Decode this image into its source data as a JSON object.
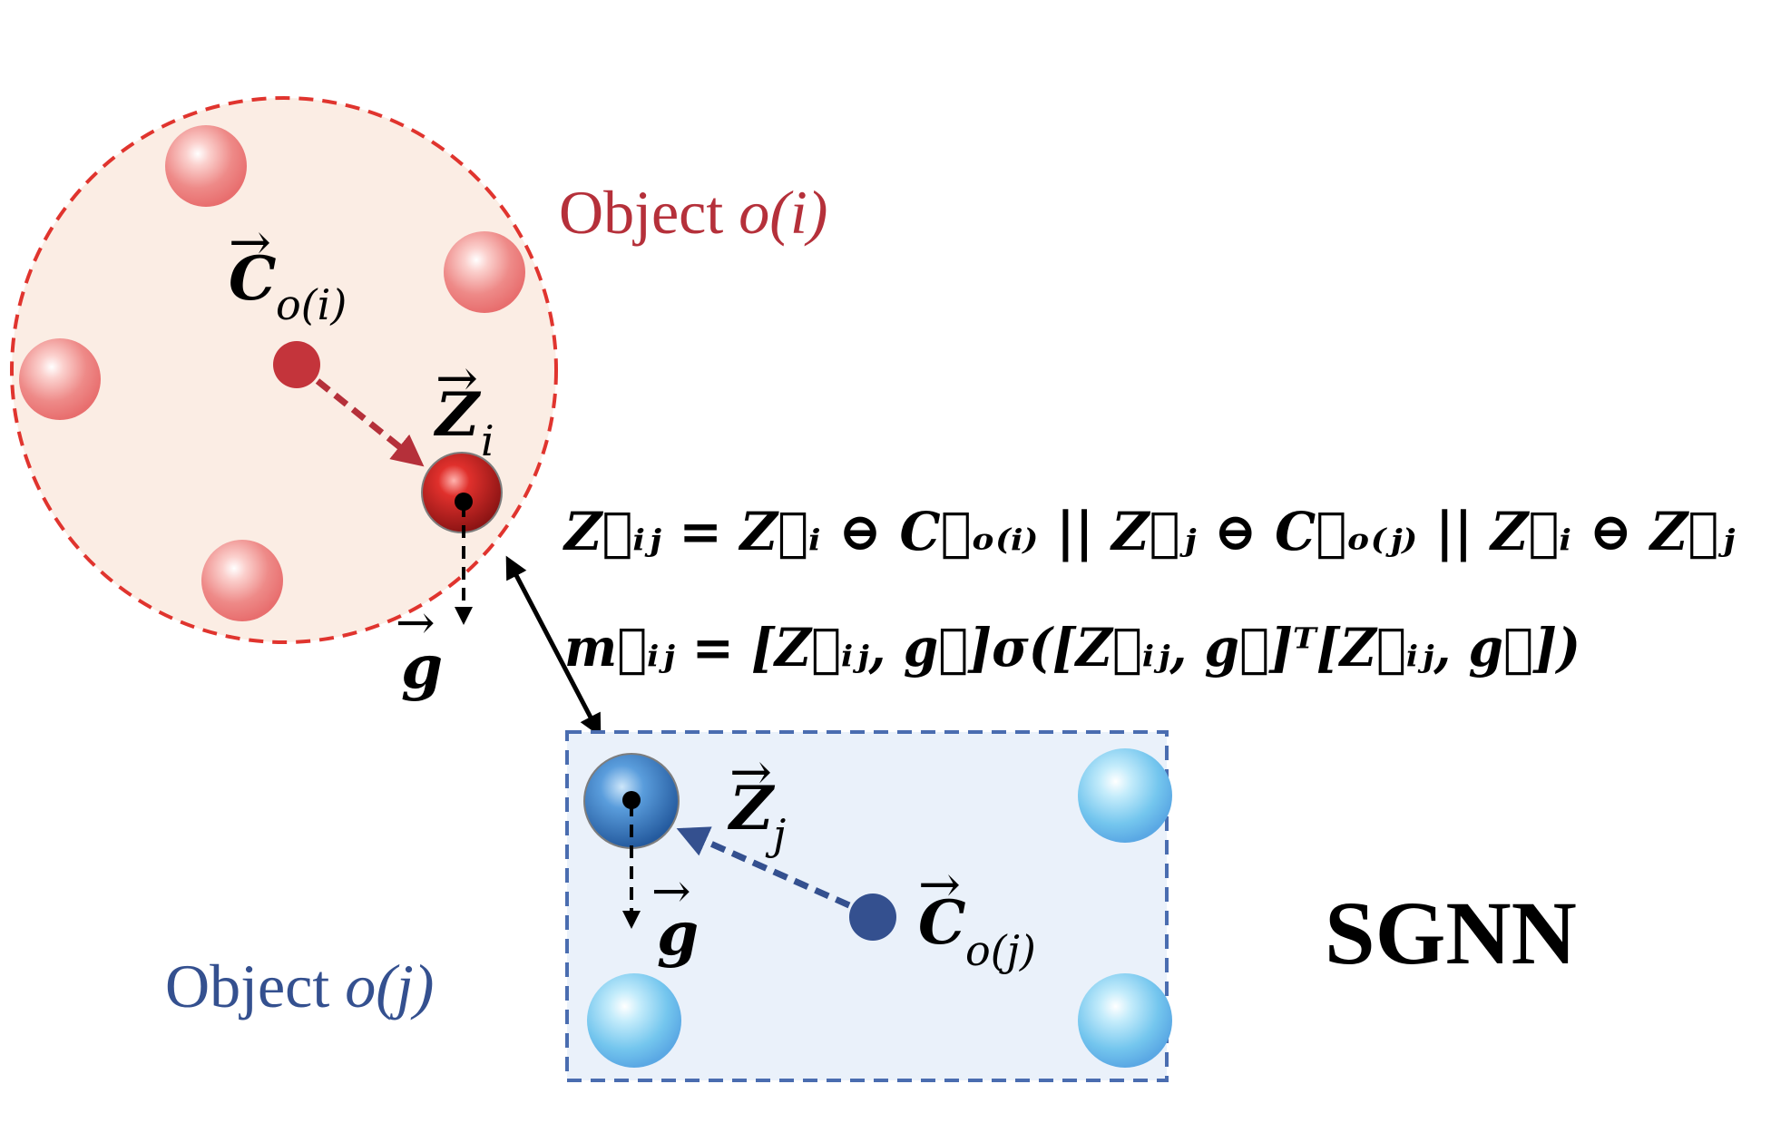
{
  "object_i": {
    "label": "Object o(i)",
    "label_word": "Object",
    "label_sym": "o(i)",
    "color": "#b5303a"
  },
  "object_j": {
    "label": "Object o(j)",
    "label_word": "Object",
    "label_sym": "o(j)",
    "color": "#34508f"
  },
  "symbols": {
    "c_oi": "C",
    "c_oi_sub": "o(i)",
    "c_oj": "C",
    "c_oj_sub": "o(j)",
    "z_i": "Z",
    "z_i_sub": "i",
    "z_j": "Z",
    "z_j_sub": "j",
    "g_i": "g",
    "g_j": "g"
  },
  "equations": {
    "line1": "Z⃗ᵢⱼ = Z⃗ᵢ ⊖ C⃗ₒ₍ᵢ₎ || Z⃗ⱼ ⊖ C⃗ₒ₍ⱼ₎ || Z⃗ᵢ ⊖ Z⃗ⱼ",
    "line2": "m⃗ᵢⱼ = [Z⃗ᵢⱼ, g⃗]σ([Z⃗ᵢⱼ, g⃗]ᵀ[Z⃗ᵢⱼ, g⃗])"
  },
  "title": "SGNN",
  "colors": {
    "red_dash": "#e0342e",
    "red_fill": "#fbede4",
    "blue_dash": "#4a6db0",
    "blue_fill": "#eaf1fa",
    "center_red": "#c4343b",
    "center_blue": "#34508f"
  }
}
